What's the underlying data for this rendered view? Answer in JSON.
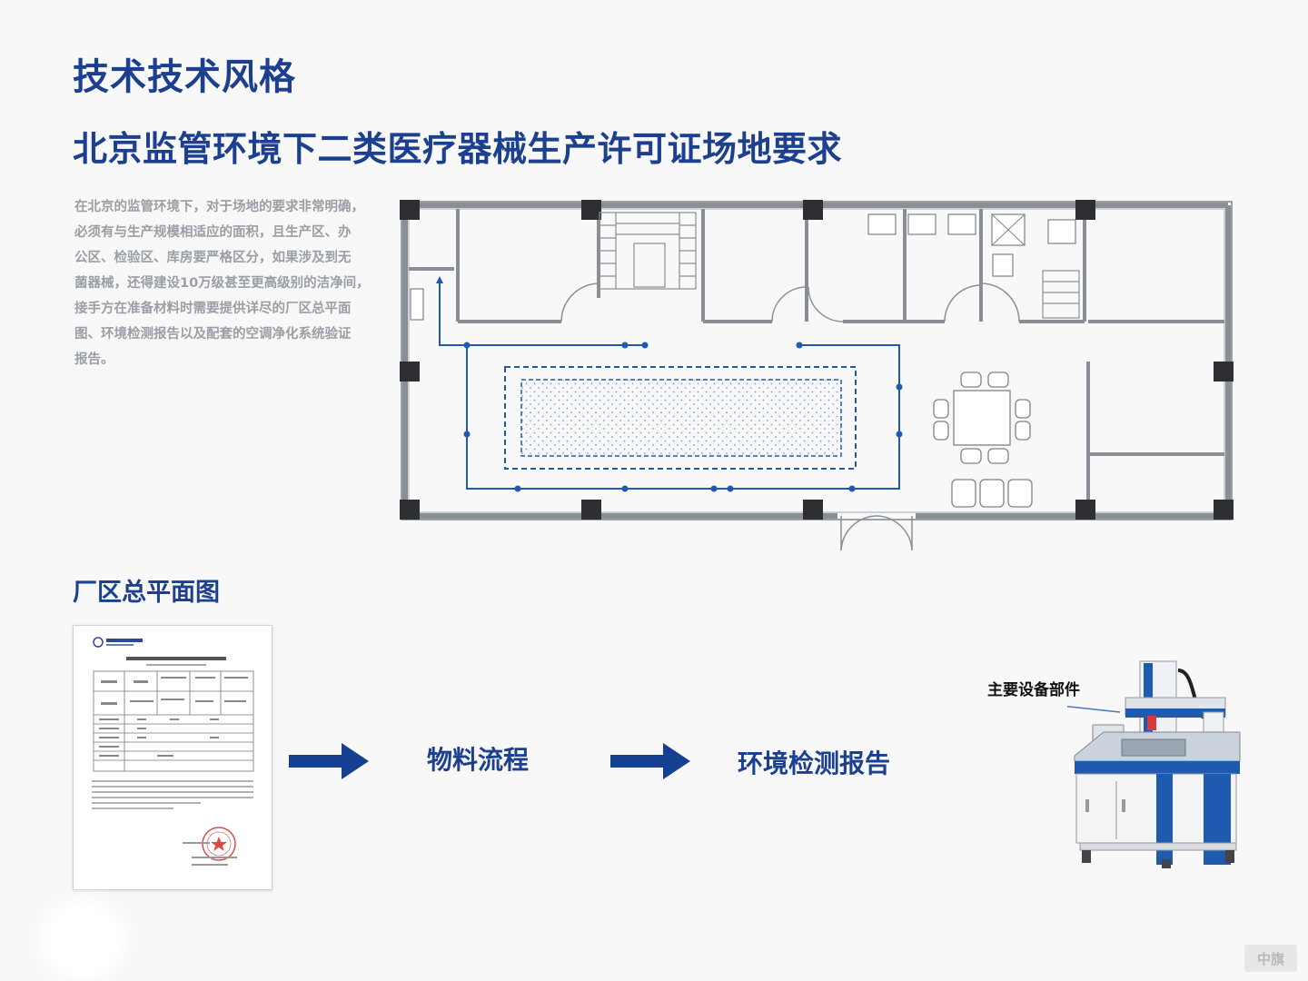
{
  "header": {
    "brand_title": "技术技术风格",
    "main_heading": "北京监管环境下二类医疗器械生产许可证场地要求"
  },
  "intro_lines": [
    "在北京的监管环境下，对于场地的要求非常明确，",
    "必须有与生产规模相适应的面积，且生产区、办",
    "公区、检验区、库房要严格区分，如果涉及到无",
    "菌器械，还得建设10万级甚至更高级别的洁净间，",
    "接手方在准备材料时需要提供详尽的厂区总平面",
    "图、环境检测报告以及配套的空调净化系统验证",
    "报告。"
  ],
  "section_label": "厂区总平面图",
  "flow": {
    "step1": "物料流程",
    "step2": "环境检测报告"
  },
  "equipment_label": "主要设备部件",
  "watermark": "中旗",
  "colors": {
    "heading": "#1c3f8f",
    "arrow": "#173f91",
    "plan_wall": "#8a8f96",
    "plan_route": "#1e5bb0"
  }
}
